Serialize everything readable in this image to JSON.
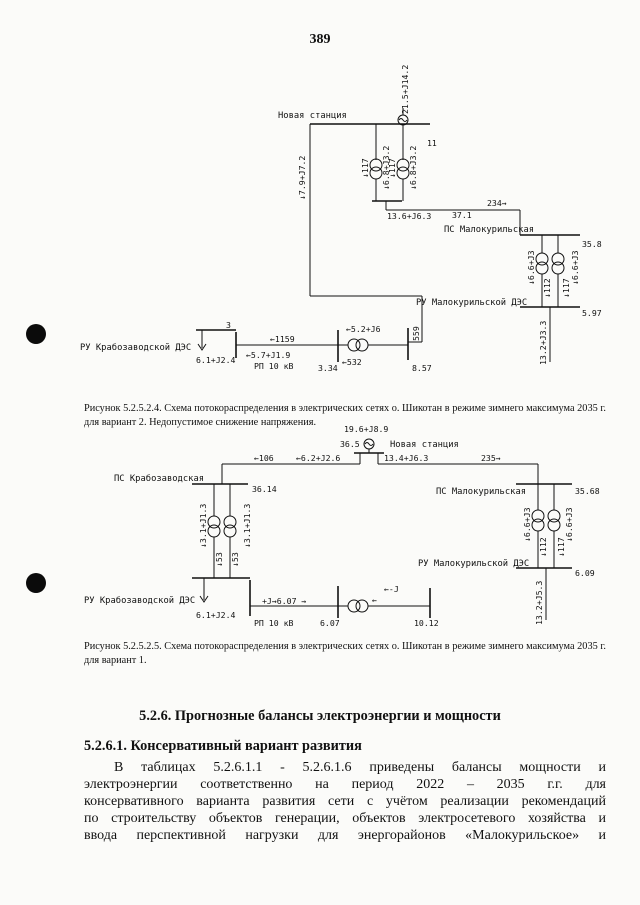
{
  "page_number": "389",
  "fig1": {
    "new_station": "Новая станция",
    "gen_flow": "21.5+J14.2",
    "feed_value": "11",
    "vertical_flow": "↓7.9+J7.2",
    "t1a": "↓117",
    "t1b": "↓6.8+J3.2",
    "t2a": "↓117",
    "t2b": "↓6.8+J3.2",
    "bus_flow1": "13.6+J6.3",
    "bus_flow2": "37.1",
    "bus_flow3": "234→",
    "ps_name": "ПС Малокурильская",
    "ps_voltage": "35.8",
    "ps_t1a": "↓6.6+J3",
    "ps_t1b": "↓112",
    "ps_t2a": "↓117",
    "ps_t2b": "↓6.6+J3",
    "ru_name": "РУ Малокурильской ДЭС",
    "ru_voltage": "5.97",
    "ru_flow": "13.2+J3.3",
    "kr_name": "РУ Крабозаводской ДЭС",
    "kr_top": "3",
    "kr_load": "6.1+J2.4",
    "kr_flow1": "←1159",
    "kr_flow2": "←5.7+J1.9",
    "rp_name": "РП 10 кВ",
    "rp_voltage": "3.34",
    "t_flow": "←5.2+J6",
    "t_flow2": "←532",
    "v559": "559",
    "right_voltage": "8.57"
  },
  "caption1": "Рисунок 5.2.5.2.4. Схема потокораспределения в электрических сетях о. Шикотан в режиме зимнего максимума 2035 г. для вариант 2. Недопустимое снижение напряжения.",
  "fig2": {
    "gen_flow": "19.6+J8.9",
    "gen_voltage": "36.5",
    "new_station": "Новая станция",
    "left_flow1": "←106",
    "left_flow2": "←6.2+J2.6",
    "right_flow1": "13.4+J6.3",
    "right_flow2": "235→",
    "psk_name": "ПС Крабозаводская",
    "psk_voltage": "36.14",
    "psk_t1a": "↓3.1+J1.3",
    "psk_t1b": "↓53",
    "psk_t2a": "↓53",
    "psk_t2b": "↓3.1+J1.3",
    "psm_name": "ПС Малокурильская",
    "psm_voltage": "35.68",
    "psm_t1a": "↓6.6+J3",
    "psm_t1b": "↓112",
    "psm_t2a": "↓117",
    "psm_t2b": "↓6.6+J3",
    "rum_name": "РУ Малокурильской ДЭС",
    "rum_voltage": "6.09",
    "rum_flow": "13.2+J5.3",
    "ruk_name": "РУ Крабозаводской ДЭС",
    "ruk_flow": "+J→6.07 →",
    "ruk_load": "6.1+J2.4",
    "rp_name": "РП 10 кВ",
    "rp_voltage": "6.07",
    "t_flow1": "←-J",
    "t_flow2": "←",
    "right_voltage": "10.12"
  },
  "caption2": "Рисунок 5.2.5.2.5. Схема потокораспределения в электрических сетях о. Шикотан в режиме зимнего максимума 2035 г. для вариант 1.",
  "section_heading": "5.2.6. Прогнозные балансы электроэнергии и мощности",
  "subsection_heading": "5.2.6.1. Консервативный вариант развития",
  "body_lines": [
    "В таблицах 5.2.6.1.1 - 5.2.6.1.6 приведены балансы мощности и",
    "электроэнергии соответственно на период 2022 – 2035 г.г. для",
    "консервативного варианта развития сети с учётом реализации рекомендаций",
    "по строительству объектов генерации, объектов электросетевого хозяйства и",
    "ввода перспективной нагрузки для энергорайонов «Малокурильское» и"
  ]
}
